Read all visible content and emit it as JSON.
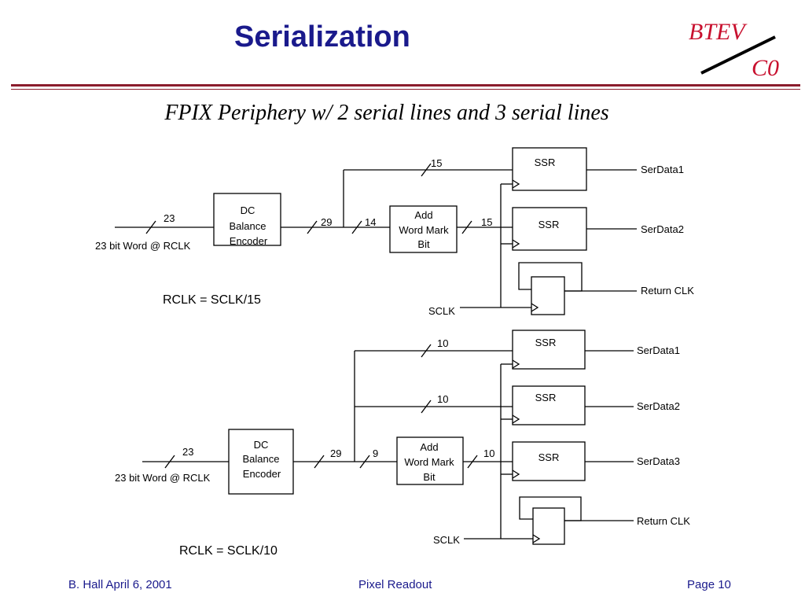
{
  "slide": {
    "title": "Serialization",
    "subtitle": "FPIX Periphery w/ 2 serial lines and 3 serial lines"
  },
  "logo": {
    "line1": "BTEV",
    "line2": "C0"
  },
  "diagram_top": {
    "bus_in": "23",
    "word_label": "23 bit Word @ RCLK",
    "encoder_lines": [
      "DC",
      "Balance",
      "Encoder"
    ],
    "bus_encoded": "29",
    "bus_to_add": "14",
    "add_lines": [
      "Add",
      "Word Mark",
      "Bit"
    ],
    "bus_from_add": "15",
    "bus_direct": "15",
    "ssr1": "SSR",
    "ssr2": "SSR",
    "out1": "SerData1",
    "out2": "SerData2",
    "return_clk": "Return CLK",
    "sclk": "SCLK",
    "rclk_eq": "RCLK =  SCLK/15"
  },
  "diagram_bottom": {
    "bus_in": "23",
    "word_label": "23 bit Word @ RCLK",
    "encoder_lines": [
      "DC",
      "Balance",
      "Encoder"
    ],
    "bus_encoded": "29",
    "bus_to_add": "9",
    "add_lines": [
      "Add",
      "Word Mark",
      "Bit"
    ],
    "bus_from_add": "10",
    "bus_direct1": "10",
    "bus_direct2": "10",
    "ssr1": "SSR",
    "ssr2": "SSR",
    "ssr3": "SSR",
    "out1": "SerData1",
    "out2": "SerData2",
    "out3": "SerData3",
    "return_clk": "Return CLK",
    "sclk": "SCLK",
    "rclk_eq": "RCLK =  SCLK/10"
  },
  "footer": {
    "author_date": "B. Hall   April 6, 2001",
    "center": "Pixel Readout",
    "page": "Page 10"
  },
  "colors": {
    "title": "#1a1a8c",
    "rule": "#8b1c2c",
    "logo": "#c8102e"
  }
}
